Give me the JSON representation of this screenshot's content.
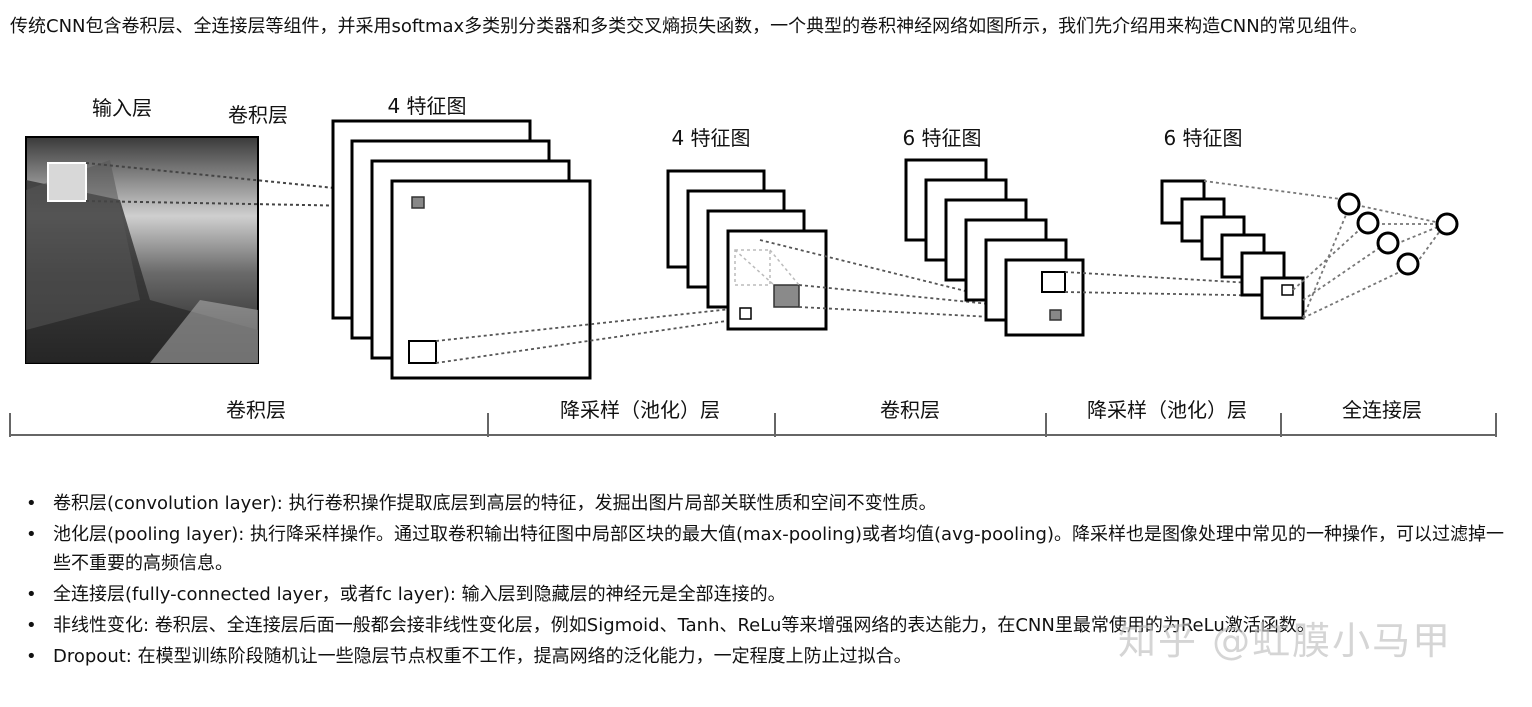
{
  "intro_text": "传统CNN包含卷积层、全连接层等组件，并采用softmax多类别分类器和多类交叉熵损失函数，一个典型的卷积神经网络如图所示，我们先介绍用来构造CNN的常见组件。",
  "figure": {
    "labels": {
      "input_layer": "输入层",
      "conv_layer_top": "卷积层",
      "fm1": "4 特征图",
      "fm2": "4 特征图",
      "fm3": "6 特征图",
      "fm4": "6 特征图"
    },
    "stages": [
      "卷积层",
      "降采样（池化）层",
      "卷积层",
      "降采样（池化）层",
      "全连接层"
    ]
  },
  "bullets": [
    "卷积层(convolution layer): 执行卷积操作提取底层到高层的特征，发掘出图片局部关联性质和空间不变性质。",
    "池化层(pooling layer): 执行降采样操作。通过取卷积输出特征图中局部区块的最大值(max-pooling)或者均值(avg-pooling)。降采样也是图像处理中常见的一种操作，可以过滤掉一些不重要的高频信息。",
    "全连接层(fully-connected layer，或者fc layer): 输入层到隐藏层的神经元是全部连接的。",
    "非线性变化: 卷积层、全连接层后面一般都会接非线性变化层，例如Sigmoid、Tanh、ReLu等来增强网络的表达能力，在CNN里最常使用的为ReLu激活函数。",
    "Dropout: 在模型训练阶段随机让一些隐层节点权重不工作，提高网络的泛化能力，一定程度上防止过拟合。"
  ],
  "watermark": "知乎 @虹膜小马甲"
}
